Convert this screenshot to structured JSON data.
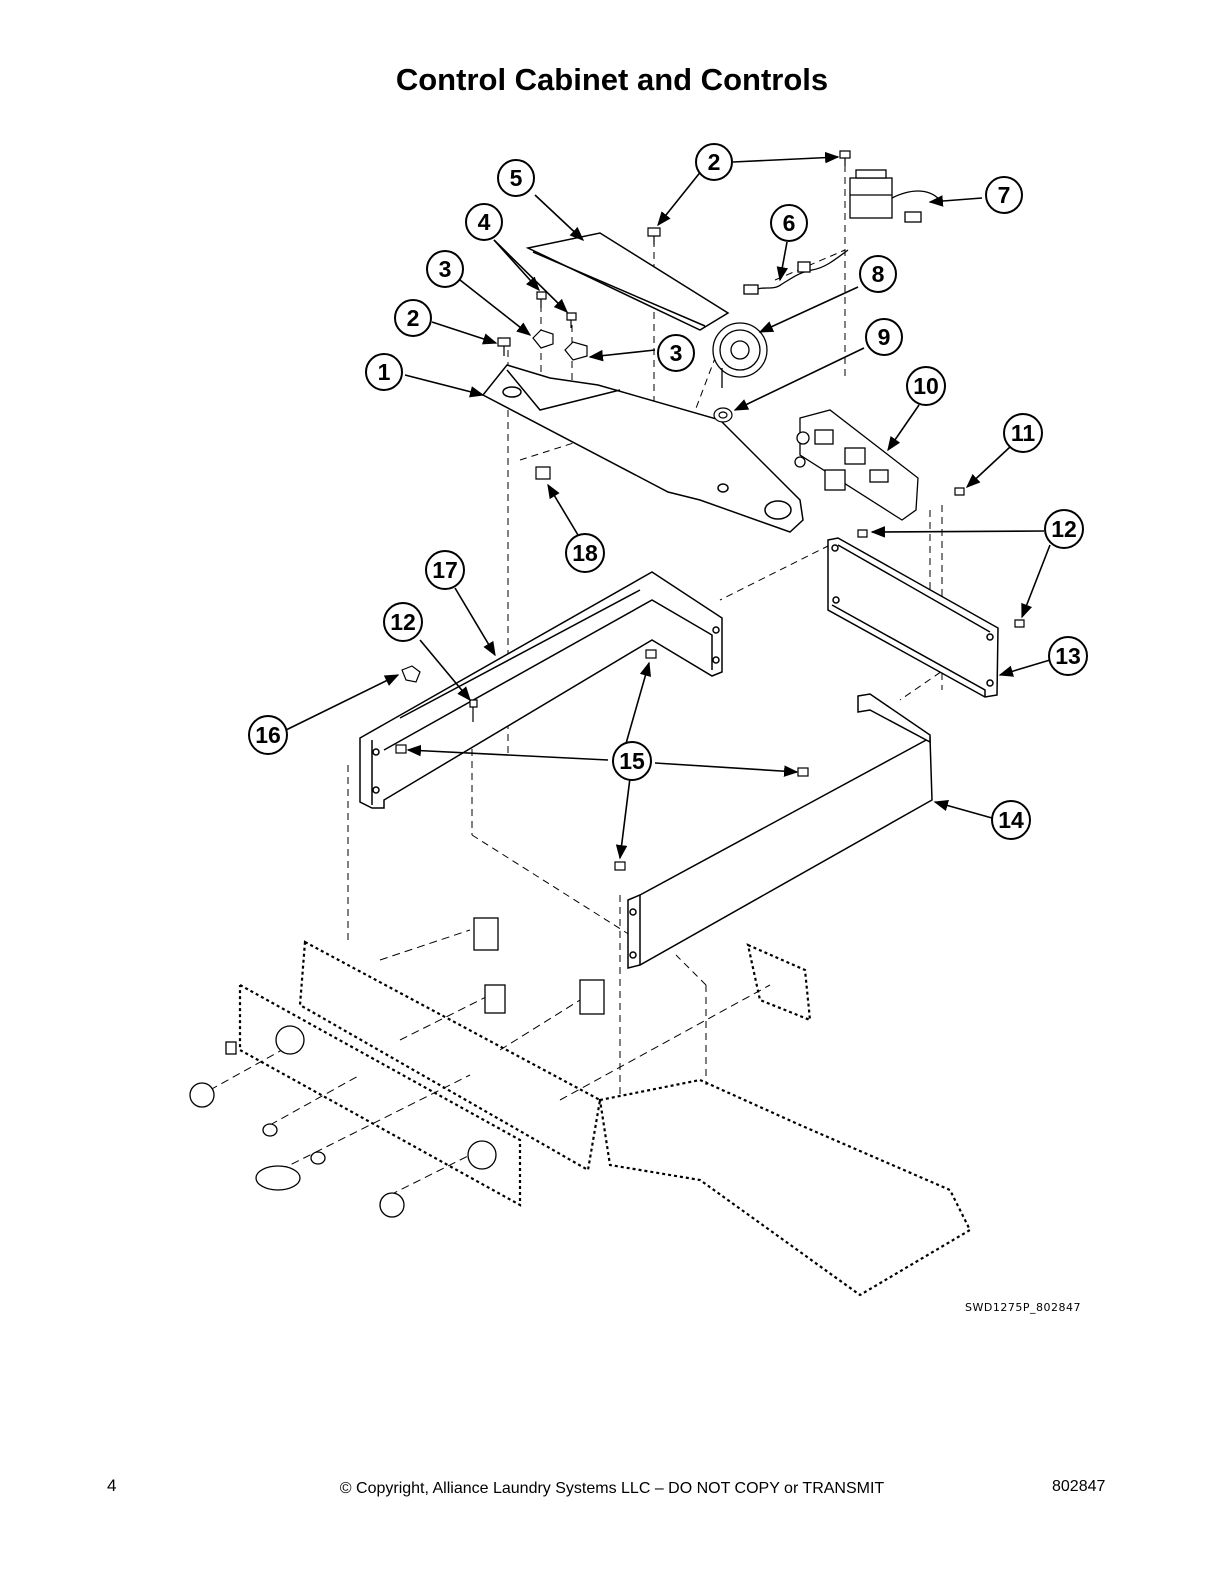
{
  "page": {
    "title": "Control Cabinet and Controls",
    "drawing_id": "SWD1275P_802847",
    "footer": {
      "page_number": "4",
      "copyright": "© Copyright, Alliance Laundry Systems LLC – DO NOT COPY or TRANSMIT",
      "document_code": "802847"
    }
  },
  "diagram": {
    "callouts": [
      {
        "label": "1"
      },
      {
        "label": "2"
      },
      {
        "label": "2"
      },
      {
        "label": "3"
      },
      {
        "label": "3"
      },
      {
        "label": "4"
      },
      {
        "label": "5"
      },
      {
        "label": "6"
      },
      {
        "label": "7"
      },
      {
        "label": "8"
      },
      {
        "label": "9"
      },
      {
        "label": "10"
      },
      {
        "label": "11"
      },
      {
        "label": "12"
      },
      {
        "label": "12"
      },
      {
        "label": "13"
      },
      {
        "label": "14"
      },
      {
        "label": "15"
      },
      {
        "label": "16"
      },
      {
        "label": "17"
      },
      {
        "label": "18"
      }
    ]
  }
}
